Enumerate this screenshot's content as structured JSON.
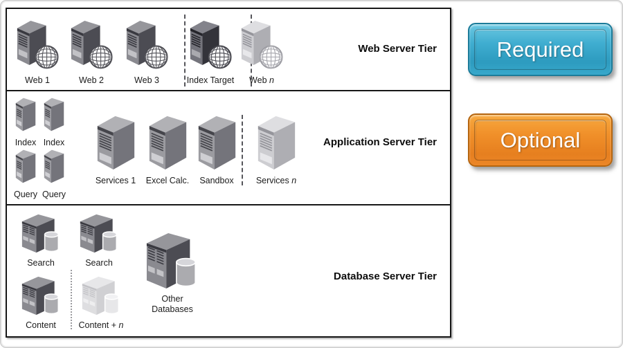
{
  "tiers": {
    "web": {
      "title": "Web Server Tier",
      "items": [
        {
          "label": "Web 1",
          "icon": "server-globe",
          "variant": "normal"
        },
        {
          "label": "Web 2",
          "icon": "server-globe",
          "variant": "normal"
        },
        {
          "label": "Web 3",
          "icon": "server-globe",
          "variant": "normal"
        },
        {
          "label": "Index Target",
          "icon": "server-globe",
          "variant": "dark"
        },
        {
          "label": "Web ",
          "label_italic": "n",
          "icon": "server-globe",
          "variant": "light"
        }
      ]
    },
    "app": {
      "title": "Application Server Tier",
      "small_items": [
        {
          "label": "Index",
          "icon": "server-small",
          "variant": "medium"
        },
        {
          "label": "Index",
          "icon": "server-small",
          "variant": "medium"
        },
        {
          "label": "Query",
          "icon": "server-small",
          "variant": "medium"
        },
        {
          "label": "Query",
          "icon": "server-small",
          "variant": "medium"
        }
      ],
      "large_items": [
        {
          "label": "Services 1",
          "icon": "server-large",
          "variant": "medium"
        },
        {
          "label": "Excel Calc.",
          "icon": "server-large",
          "variant": "medium"
        },
        {
          "label": "Sandbox",
          "icon": "server-large",
          "variant": "medium"
        },
        {
          "label": "Services ",
          "label_italic": "n",
          "icon": "server-large",
          "variant": "light"
        }
      ]
    },
    "db": {
      "title": "Database Server Tier",
      "items": [
        {
          "label": "Search",
          "icon": "server-db",
          "variant": "normal"
        },
        {
          "label": "Search",
          "icon": "server-db",
          "variant": "normal"
        },
        {
          "label": "Content",
          "icon": "server-db",
          "variant": "normal"
        },
        {
          "label": "Content + ",
          "label_italic": "n",
          "icon": "server-db",
          "variant": "ghost"
        }
      ],
      "other": {
        "line1": "Other",
        "line2": "Databases",
        "icon": "server-db-large",
        "variant": "normal"
      }
    }
  },
  "legend": {
    "required_label": "Required",
    "required_color": "#35a6c9",
    "optional_label": "Optional",
    "optional_color": "#ee8424"
  }
}
